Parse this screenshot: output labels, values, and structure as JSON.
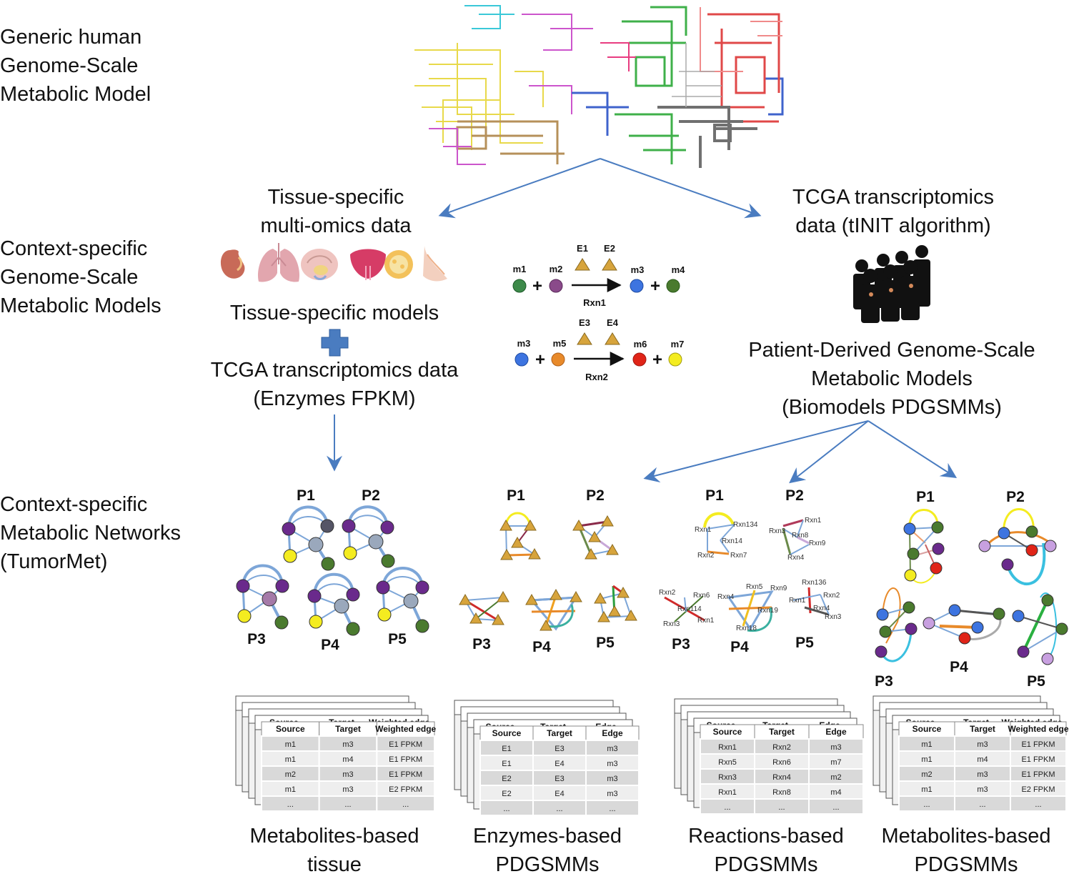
{
  "left_labels": {
    "generic": [
      "Generic human",
      "Genome-Scale",
      "Metabolic Model"
    ],
    "context_models": [
      "Context-specific",
      "Genome-Scale",
      "Metabolic Models"
    ],
    "context_networks": [
      "Context-specific",
      "Metabolic Networks",
      "(TumorMet)"
    ]
  },
  "tissue_branch": {
    "title": [
      "Tissue-specific",
      "multi-omics data"
    ],
    "models_label": "Tissue-specific models",
    "tcga_label": [
      "TCGA transcriptomics data",
      "(Enzymes FPKM)"
    ]
  },
  "patient_branch": {
    "title": [
      "TCGA transcriptomics",
      "data (tINIT algorithm)"
    ],
    "models_label": [
      "Patient-Derived Genome-Scale",
      "Metabolic Models",
      "(Biomodels PDGSMMs)"
    ]
  },
  "reaction_scheme": {
    "rxn1": {
      "metabolites": [
        "m1",
        "m2",
        "m3",
        "m4"
      ],
      "enzymes": [
        "E1",
        "E2"
      ],
      "name": "Rxn1"
    },
    "rxn2": {
      "metabolites": [
        "m3",
        "m5",
        "m6",
        "m7"
      ],
      "enzymes": [
        "E3",
        "E4"
      ],
      "name": "Rxn2"
    }
  },
  "patients": [
    "P1",
    "P2",
    "P3",
    "P4",
    "P5"
  ],
  "reaction_labels": {
    "p1": [
      "Rxn1",
      "Rxn134",
      "Rxn14",
      "Rxn2",
      "Rxn7"
    ],
    "p2": [
      "Rxn1",
      "Rxn3",
      "Rxn8",
      "Rxn9",
      "Rxn4"
    ],
    "p3": [
      "Rxn2",
      "Rxn6",
      "Rxn114",
      "Rxn3",
      "Rxn1"
    ],
    "p4": [
      "Rxn4",
      "Rxn5",
      "Rxn9",
      "Rxn19",
      "Rxn18"
    ],
    "p5": [
      "Rxn136",
      "Rxn1",
      "Rxn2",
      "Rxn4",
      "Rxn3"
    ]
  },
  "tables": [
    {
      "caption": [
        "Metabolites-based",
        "tissue"
      ],
      "back_headers": [
        "Source",
        "Target",
        "Weighted edge"
      ],
      "headers": [
        "Source",
        "Target",
        "Weighted edge"
      ],
      "rows": [
        [
          "m1",
          "m3",
          "E1 FPKM"
        ],
        [
          "m1",
          "m4",
          "E1 FPKM"
        ],
        [
          "m2",
          "m3",
          "E1 FPKM"
        ],
        [
          "m1",
          "m3",
          "E2 FPKM"
        ],
        [
          "...",
          "...",
          "..."
        ]
      ]
    },
    {
      "caption": [
        "Enzymes-based",
        "PDGSMMs"
      ],
      "back_headers": [
        "Source",
        "Target",
        "Edge"
      ],
      "headers": [
        "Source",
        "Target",
        "Edge"
      ],
      "rows": [
        [
          "E1",
          "E3",
          "m3"
        ],
        [
          "E1",
          "E4",
          "m3"
        ],
        [
          "E2",
          "E3",
          "m3"
        ],
        [
          "E2",
          "E4",
          "m3"
        ],
        [
          "...",
          "...",
          "..."
        ]
      ]
    },
    {
      "caption": [
        "Reactions-based",
        "PDGSMMs"
      ],
      "back_headers": [
        "Source",
        "Target",
        "Edge"
      ],
      "headers": [
        "Source",
        "Target",
        "Edge"
      ],
      "rows": [
        [
          "Rxn1",
          "Rxn2",
          "m3"
        ],
        [
          "Rxn5",
          "Rxn6",
          "m7"
        ],
        [
          "Rxn3",
          "Rxn4",
          "m2"
        ],
        [
          "Rxn1",
          "Rxn8",
          "m4"
        ],
        [
          "...",
          "...",
          "..."
        ]
      ]
    },
    {
      "caption": [
        "Metabolites-based",
        "PDGSMMs"
      ],
      "back_headers": [
        "Source",
        "Target",
        "Weighted edge"
      ],
      "headers": [
        "Source",
        "Target",
        "Weighted edge"
      ],
      "rows": [
        [
          "m1",
          "m3",
          "E1 FPKM"
        ],
        [
          "m1",
          "m4",
          "E1 FPKM"
        ],
        [
          "m2",
          "m3",
          "E1 FPKM"
        ],
        [
          "m1",
          "m3",
          "E2 FPKM"
        ],
        [
          "...",
          "...",
          "..."
        ]
      ]
    }
  ],
  "colors": {
    "arrow": "#4a7cc0",
    "purple": "#6a2a8c",
    "gray_node": "#9aa8bc",
    "green": "#4a7a2e",
    "yellow": "#f4ec20",
    "blue_node": "#3d74e0",
    "orange": "#e88a2a",
    "red": "#e02418",
    "enzyme": "#d7a43c",
    "cross": "#4a7cc0"
  }
}
